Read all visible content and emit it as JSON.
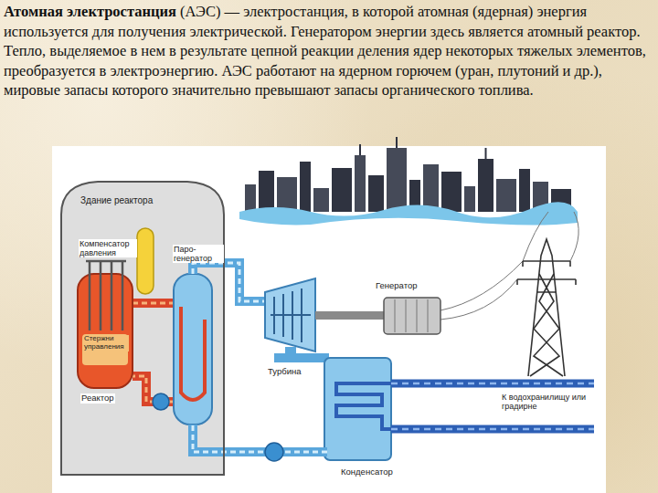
{
  "diagram": {
    "nodes": [
      {
        "text": [
          "Здание реактора"
        ]
      }
    ],
    "labels": [
      "Атомная электростанция",
      "(АЭС) — электростанция, в которой атомная (ядерная) энергия используется для получения электрической. Генератором энергии здесь является атомный реактор. Тепло, выделяемое в нем в результате цепной реакции деления ядер некоторых тяжелых элементов, преобразуется в электроэнергию. АЭС работают на ядерном горючем (уран, плутоний и др.), мировые запасы которого значительно превышают запасы органического топлива.",
      "Компенсатор давления",
      "Паро-генератор",
      "Стержни управления",
      "Реактор",
      "Генератор",
      "Турбина",
      "К водохранилищу или градирне",
      "Конденсатор"
    ]
  }
}
